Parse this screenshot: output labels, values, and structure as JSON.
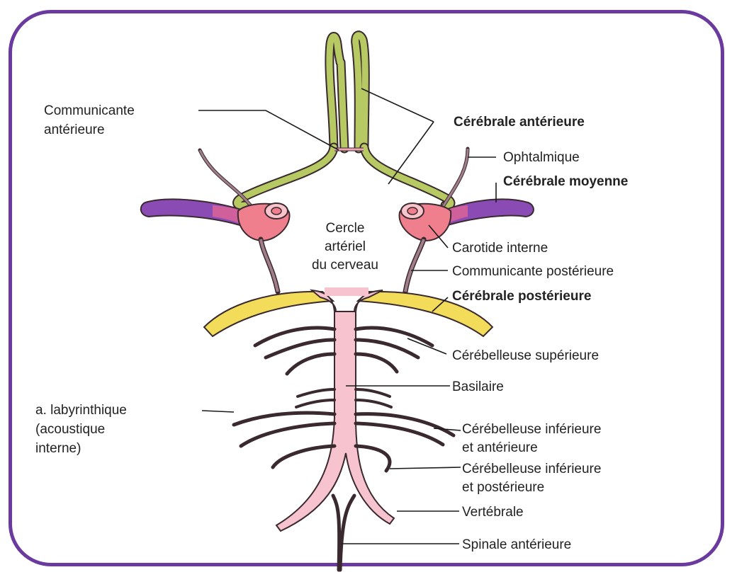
{
  "colors": {
    "frame": "#6b3a9e",
    "anterior_cerebral": "#b7c963",
    "middle_cerebral": "#8a4bb5",
    "internal_carotid": "#f07f8e",
    "posterior_cerebral": "#f2dc5a",
    "basilar_vertebral": "#f6c3cf",
    "small_vessels": "#7a5a66"
  },
  "labels": {
    "communicante_anterieure_1": "Communicante",
    "communicante_anterieure_2": "antérieure",
    "cerebrale_anterieure": "Cérébrale antérieure",
    "ophtalmique": "Ophtalmique",
    "cerebrale_moyenne": "Cérébrale moyenne",
    "cercle_1": "Cercle",
    "cercle_2": "artériel",
    "cercle_3": "du cerveau",
    "carotide_interne": "Carotide interne",
    "communicante_posterieure": "Communicante postérieure",
    "cerebrale_posterieure": "Cérébrale postérieure",
    "cerebelleuse_superieure": "Cérébelleuse supérieure",
    "basilaire": "Basilaire",
    "labyrinthique_1": "a. labyrinthique",
    "labyrinthique_2": "(acoustique",
    "labyrinthique_3": "interne)",
    "cia_1": "Cérébelleuse inférieure",
    "cia_2": "et antérieure",
    "cip_1": "Cérébelleuse inférieure",
    "cip_2": "et postérieure",
    "vertebrale": "Vertébrale",
    "spinale_anterieure": "Spinale antérieure"
  }
}
